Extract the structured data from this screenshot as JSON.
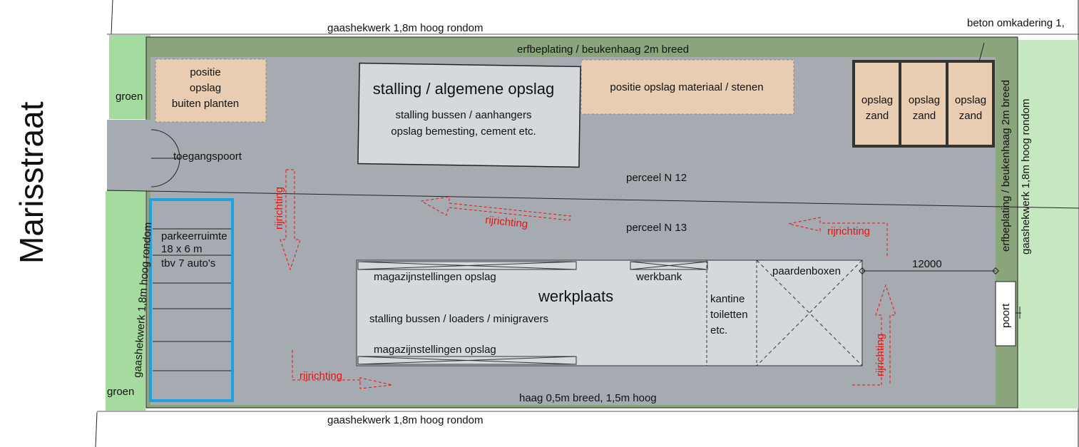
{
  "street": "Marisstraat",
  "colors": {
    "hedge": "#8aa57c",
    "green": "#a6dba0",
    "lightgreen": "#c6e8c0",
    "ground": "#a5abb0",
    "building": "#d6d9db",
    "storage": "#e8cdb2",
    "parking_border": "#1fa3e0",
    "arrow": "#e11",
    "line": "#222"
  },
  "labels": {
    "fence_top": "gaashekwerk 1,8m hoog rondom",
    "fence_bottom": "gaashekwerk 1,8m hoog rondom",
    "fence_left": "gaashekwerk 1,8m hoog rondom",
    "fence_right": "gaashekwerk 1,8m hoog rondom",
    "concrete": "beton omkadering 1,",
    "hedge_top": "erfbeplating / beukenhaag 2m breed",
    "hedge_right": "erfbeplating / beukenhaag 2m breed",
    "hedge_bottom": "haag 0,5m breed, 1,5m hoog",
    "green_top": "groen",
    "green_bottom": "groen",
    "plants_storage": [
      "positie",
      "opslag",
      "buiten planten"
    ],
    "gate": "toegangspoort",
    "barn_title": "stalling / algemene opslag",
    "barn_lines": [
      "stalling  bussen / aanhangers",
      "opslag bemesting, cement etc."
    ],
    "materials": "positie opslag materiaal / stenen",
    "sand_bins": [
      [
        "opslag",
        "zand"
      ],
      [
        "opslag",
        "zand"
      ],
      [
        "opslag",
        "zand"
      ]
    ],
    "parcel_12": "perceel N 12",
    "parcel_13": "perceel N 13",
    "parking": [
      "parkeerruimte",
      "18 x 6 m",
      "tbv 7 auto's"
    ],
    "drive_direction": "rijrichting",
    "workshop_title": "werkplaats",
    "workshop_racks_top": "magazijnstellingen opslag",
    "workshop_racks_bottom": "magazijnstellingen opslag",
    "workshop_stalling": "stalling  bussen / loaders / minigravers",
    "workbench": "werkbank",
    "canteen": [
      "kantine",
      "toiletten",
      "etc."
    ],
    "horse_boxes": "paardenboxen",
    "dimension": "12000",
    "side_gate": "poort"
  }
}
